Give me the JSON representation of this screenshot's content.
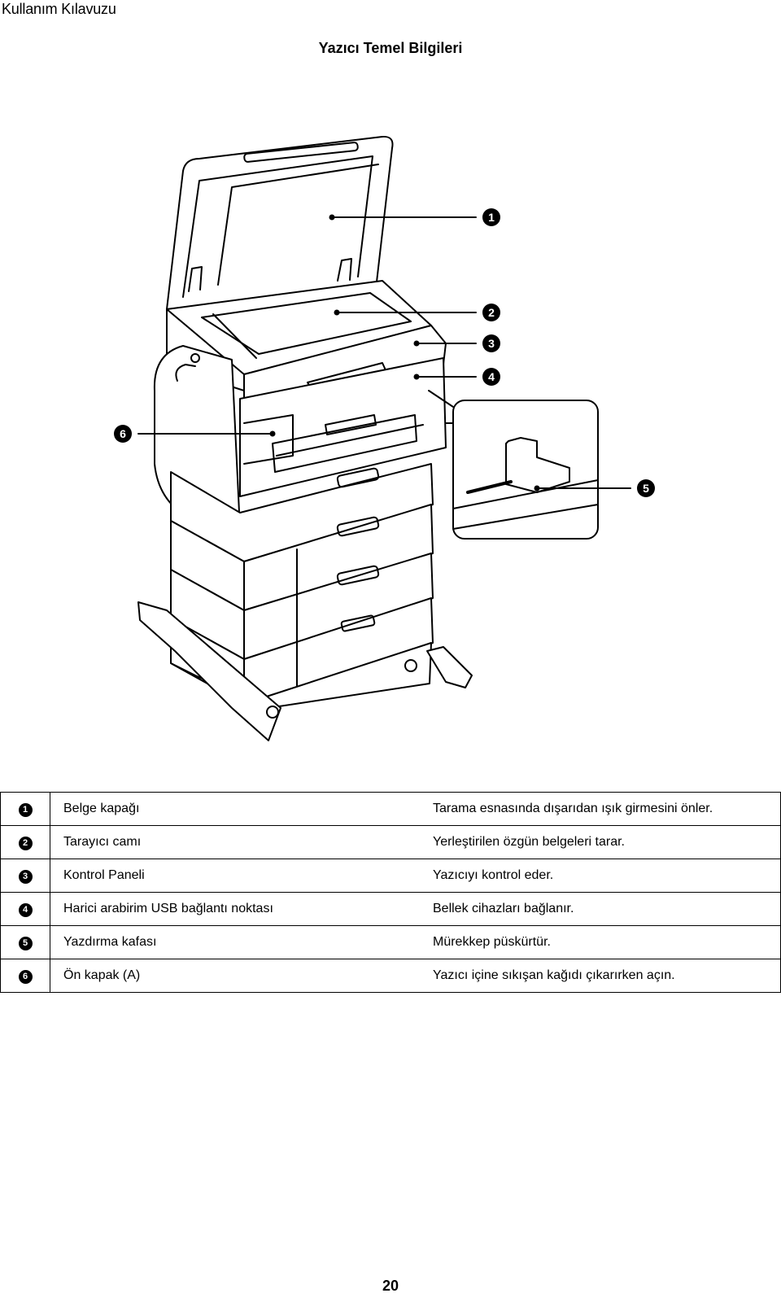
{
  "header": {
    "running_title": "Kullanım Kılavuzu"
  },
  "section": {
    "title": "Yazıcı Temel Bilgileri"
  },
  "figure": {
    "callouts": [
      "1",
      "2",
      "3",
      "4",
      "5",
      "6"
    ]
  },
  "legend": {
    "rows": [
      {
        "num": "1",
        "name": "Belge kapağı",
        "desc": "Tarama esnasında dışarıdan ışık girmesini önler."
      },
      {
        "num": "2",
        "name": "Tarayıcı camı",
        "desc": "Yerleştirilen özgün belgeleri tarar."
      },
      {
        "num": "3",
        "name": "Kontrol Paneli",
        "desc": "Yazıcıyı kontrol eder."
      },
      {
        "num": "4",
        "name": "Harici arabirim USB bağlantı noktası",
        "desc": "Bellek cihazları bağlanır."
      },
      {
        "num": "5",
        "name": "Yazdırma kafası",
        "desc": "Mürekkep püskürtür."
      },
      {
        "num": "6",
        "name": "Ön kapak (A)",
        "desc": "Yazıcı içine sıkışan kağıdı çıkarırken açın."
      }
    ]
  },
  "footer": {
    "page_number": "20"
  }
}
